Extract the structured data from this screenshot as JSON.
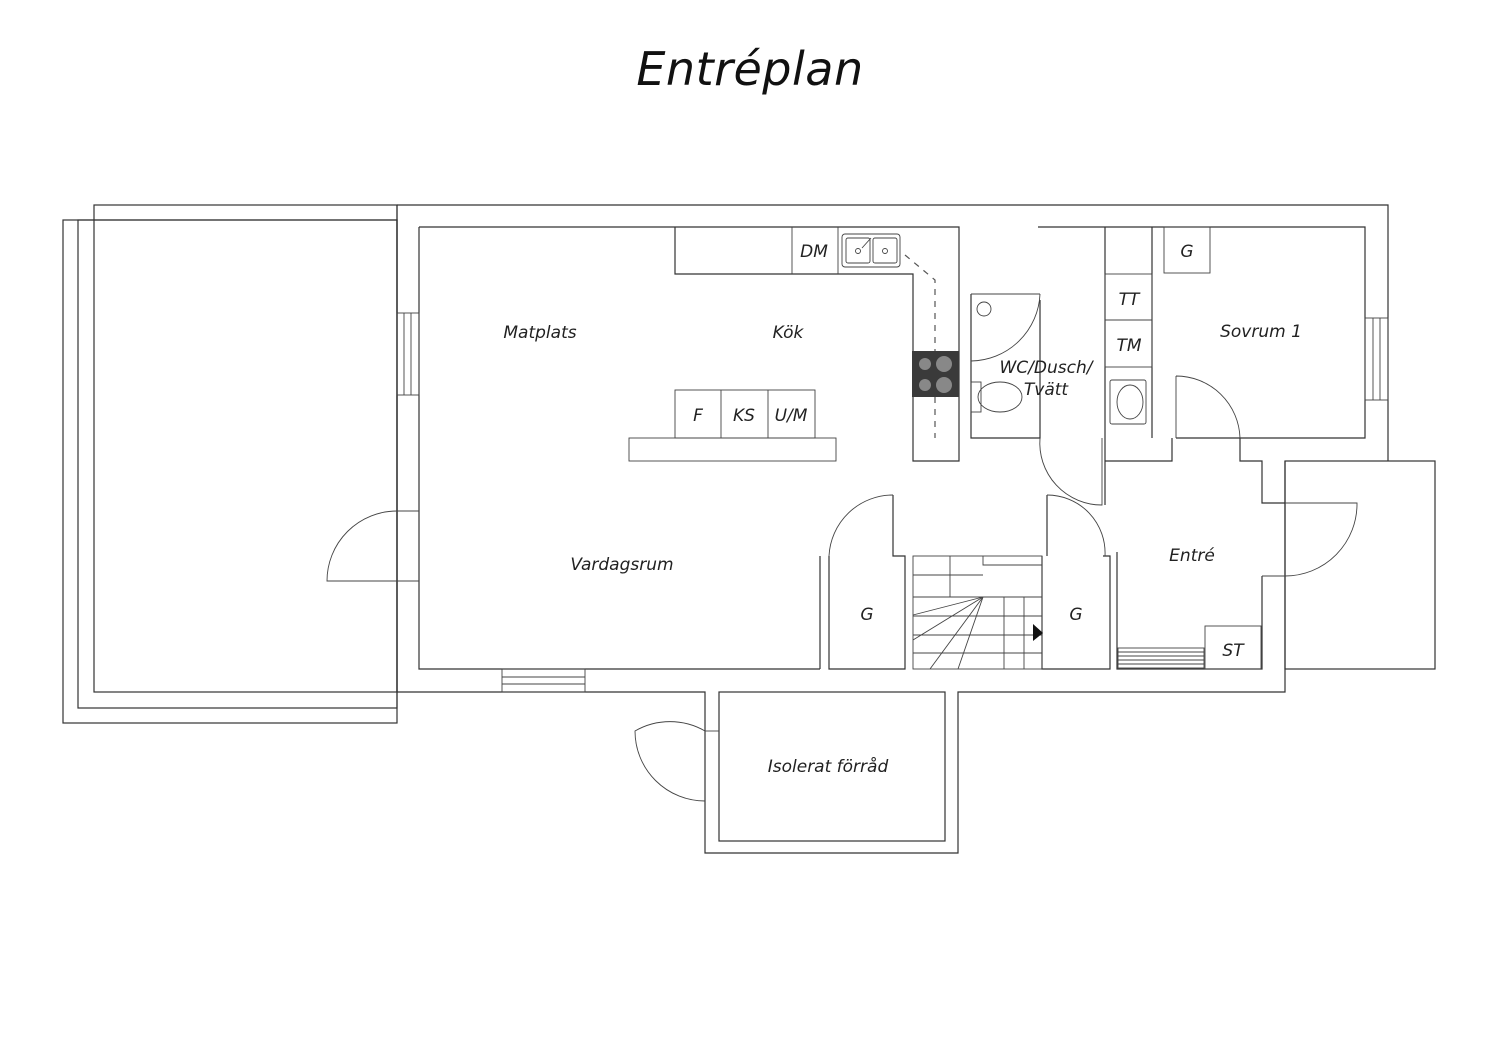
{
  "title": "Entréplan",
  "rooms": {
    "matplats": "Matplats",
    "kok": "Kök",
    "vardagsrum": "Vardagsrum",
    "wc_line1": "WC/Dusch/",
    "wc_line2": "Tvätt",
    "sovrum": "Sovrum 1",
    "entre": "Entré",
    "forrad": "Isolerat förråd"
  },
  "fixtures": {
    "dm": "DM",
    "f": "F",
    "ks": "KS",
    "um": "U/M",
    "tt": "TT",
    "tm": "TM",
    "g_bedroom": "G",
    "g_left": "G",
    "g_right": "G",
    "st": "ST"
  }
}
